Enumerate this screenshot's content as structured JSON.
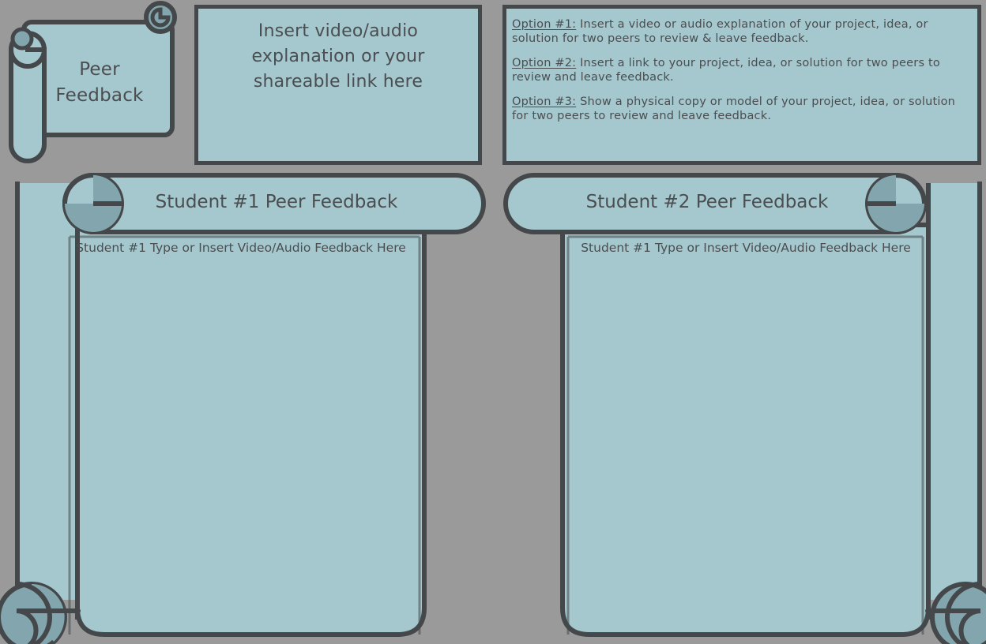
{
  "theme": {
    "background": "#9a9a9a",
    "paper": "#a5c7ce",
    "roll": "#83a5ad",
    "ink": "#44484a"
  },
  "title_scroll": {
    "line1": "Peer",
    "line2": "Feedback",
    "icon": "scroll-icon"
  },
  "insert_box": {
    "line1": "Insert video/audio",
    "line2": "explanation or your",
    "line3": "shareable link here"
  },
  "options_box": {
    "options": [
      {
        "label": "Option #1:",
        "text": " Insert a video or audio explanation of your project, idea, or solution for two peers to review & leave feedback."
      },
      {
        "label": "Option #2:",
        "text": " Insert a link to your project, idea, or solution for two peers to review and leave feedback."
      },
      {
        "label": "Option #3:",
        "text": " Show a physical copy or model of your project, idea, or solution for two peers to review and leave feedback."
      }
    ]
  },
  "panels": [
    {
      "banner_title": "Student #1 Peer Feedback",
      "placeholder": "Student #1 Type or Insert Video/Audio Feedback Here",
      "roll_side": "left"
    },
    {
      "banner_title": "Student #2 Peer Feedback",
      "placeholder": "Student #1 Type or Insert Video/Audio Feedback Here",
      "roll_side": "right"
    }
  ]
}
